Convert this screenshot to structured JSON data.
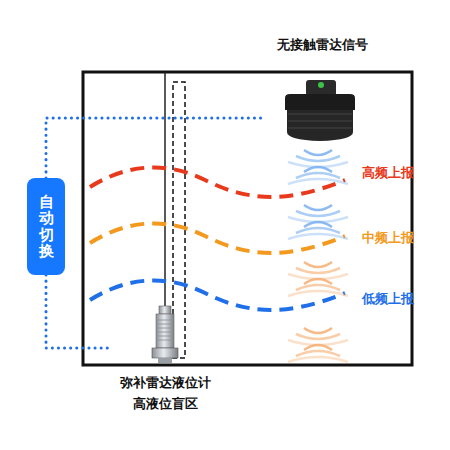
{
  "diagram": {
    "nodes": [
      {
        "text": [
          "无接触雷达信号"
        ]
      },
      {
        "text": [
          "自动切换"
        ]
      },
      {
        "text": [
          "弥补雷达液位计 高液位盲区"
        ]
      }
    ],
    "edges": [
      {
        "from": 1,
        "to": 0,
        "arrow": "none"
      },
      {
        "from": 1,
        "to": 2,
        "arrow": "none"
      }
    ],
    "labels": [
      "高频上报",
      "中频上报",
      "低频上报"
    ]
  }
}
